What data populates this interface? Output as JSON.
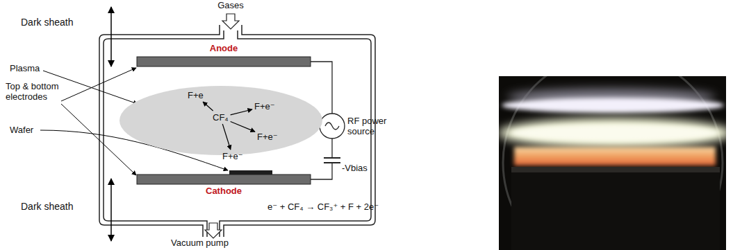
{
  "diagram": {
    "nodes": [
      {
        "text": [
          "F+e",
          "CF₄",
          "F+e⁻",
          "F+e⁻",
          "F+e⁻"
        ]
      }
    ],
    "labels": [
      "Gases",
      "Dark sheath",
      "Plasma",
      "Top & bottom electrodes",
      "Wafer",
      "Anode",
      "RF power source",
      "-Vbias",
      "Cathode",
      "Dark sheath",
      "e⁻ + CF₄ → CF₃⁺ + F + 2e⁻",
      "Vacuum pump"
    ]
  }
}
